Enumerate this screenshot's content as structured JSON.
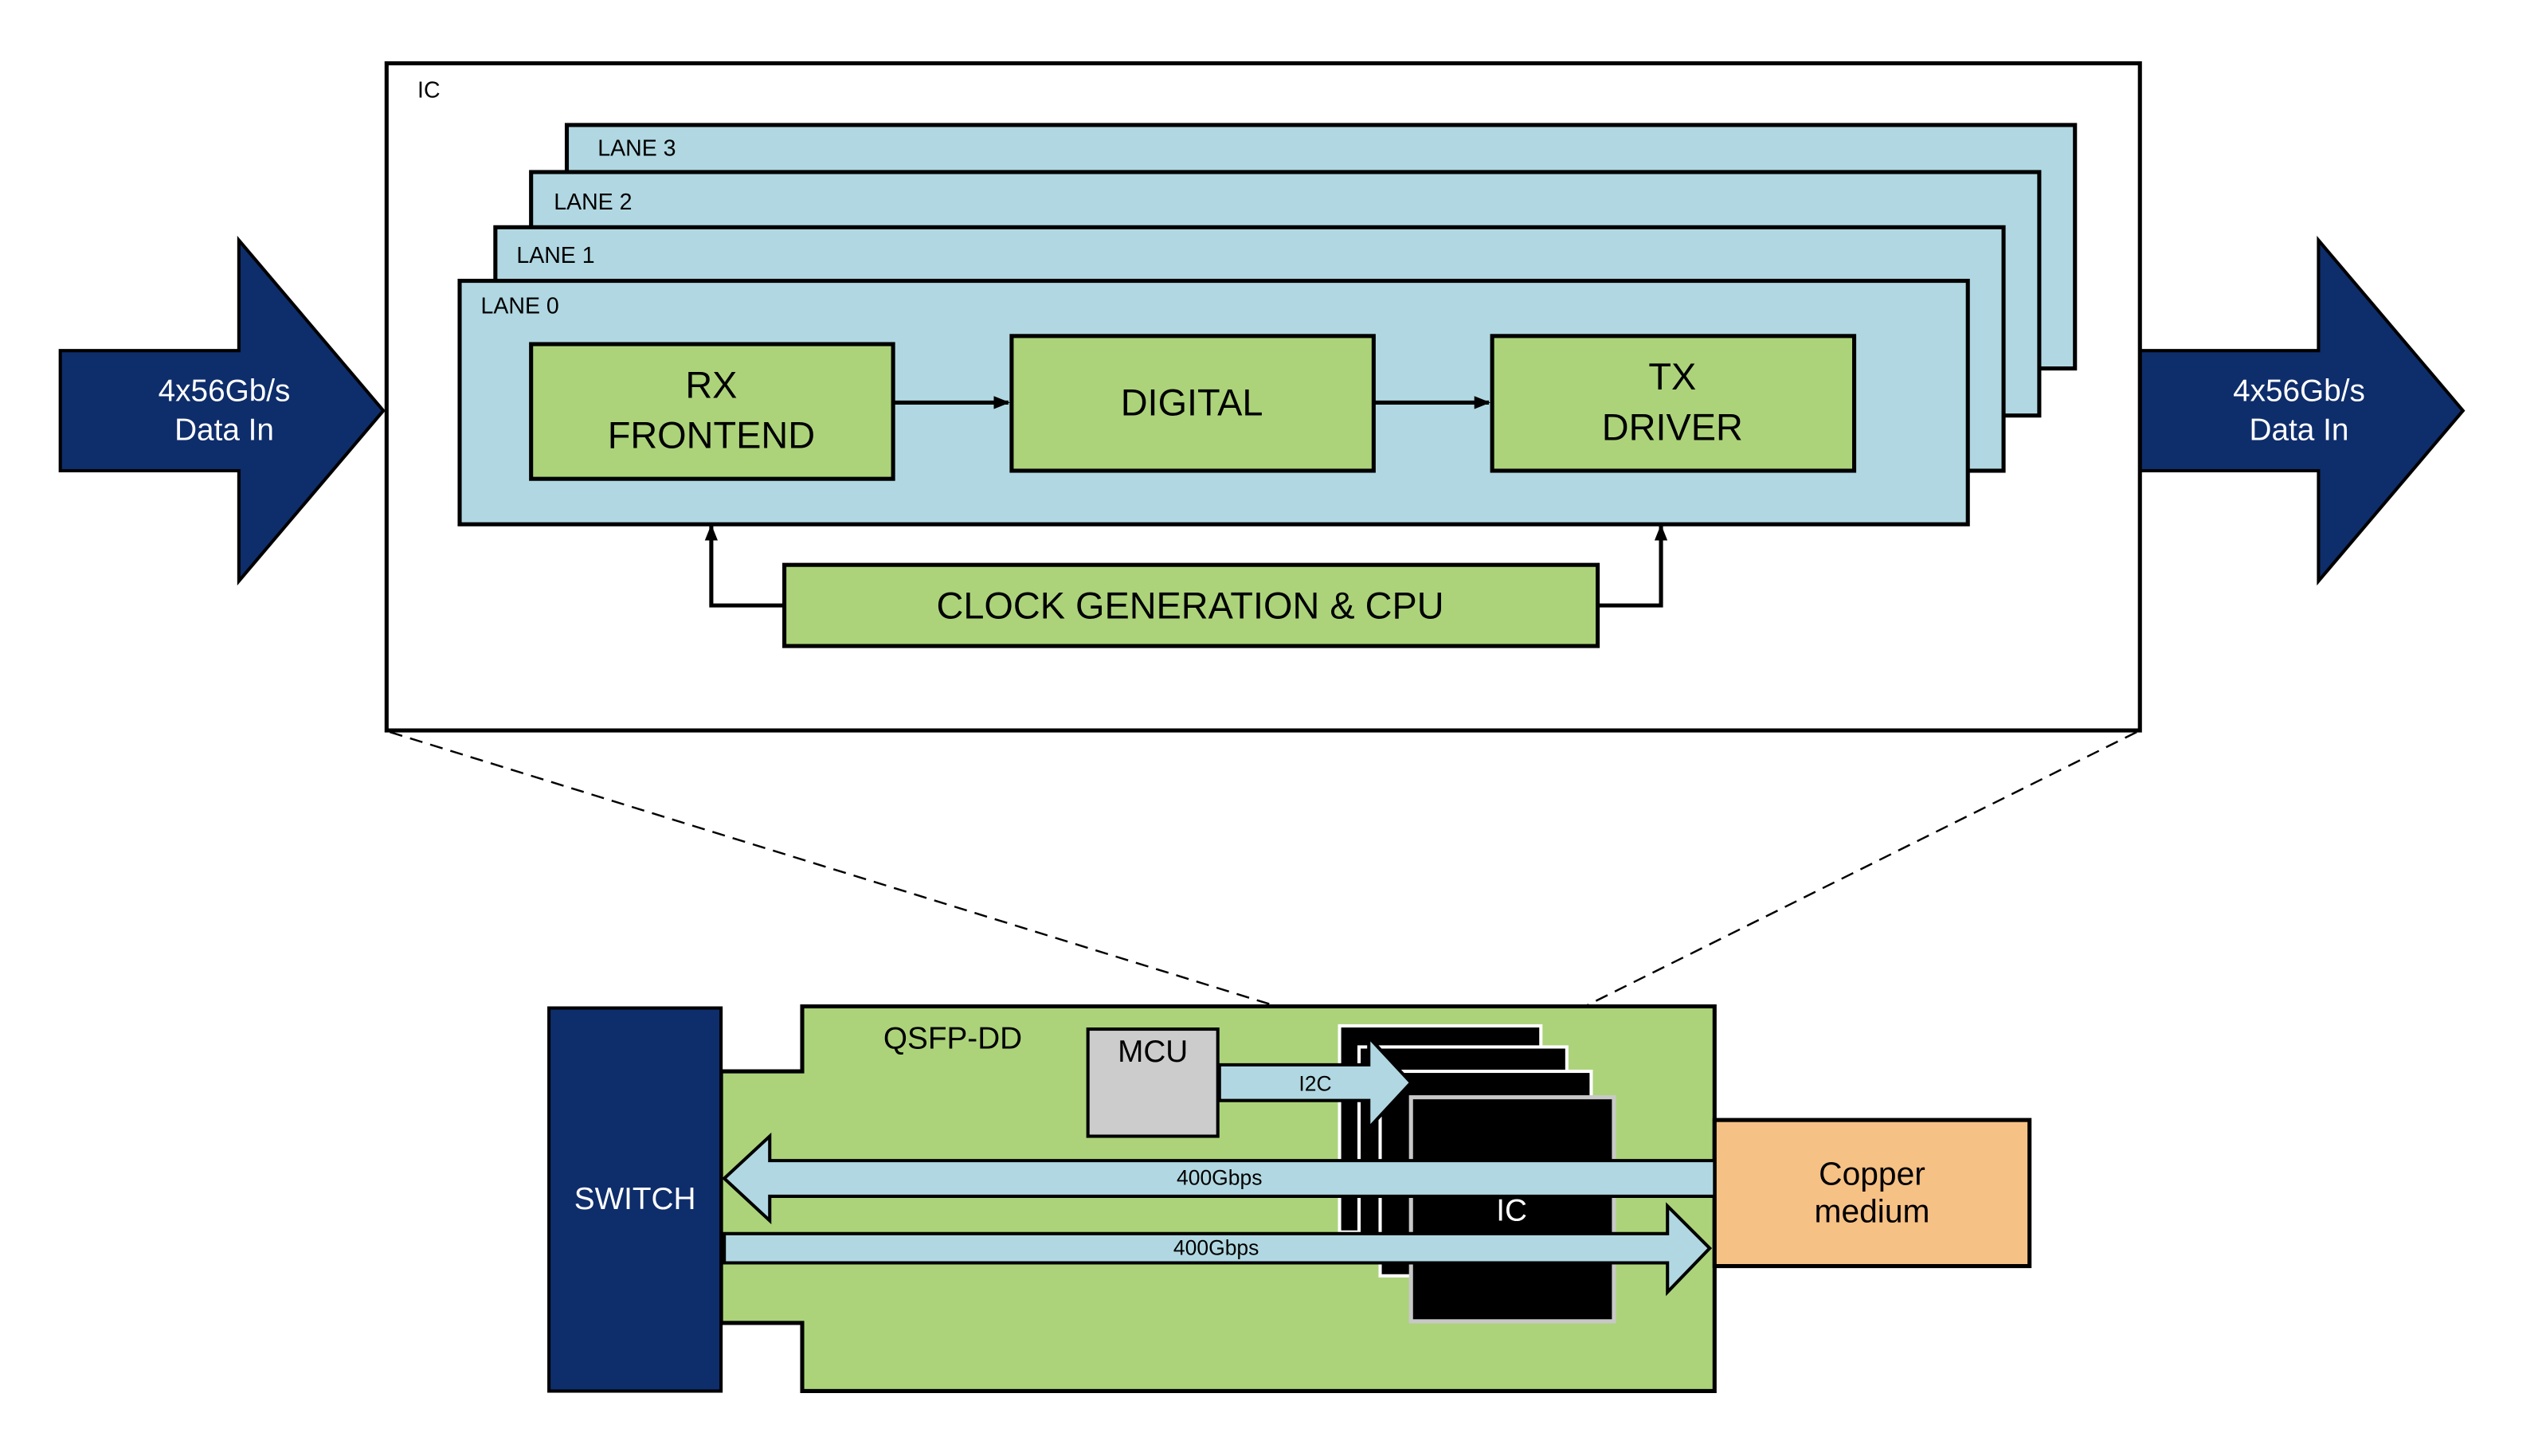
{
  "ic_detail": {
    "container_label": "IC",
    "lanes": [
      "LANE 3",
      "LANE 2",
      "LANE 1",
      "LANE 0"
    ],
    "rx_frontend": [
      "RX",
      "FRONTEND"
    ],
    "digital": "DIGITAL",
    "tx_driver": [
      "TX",
      "DRIVER"
    ],
    "clock_cpu": "CLOCK GENERATION & CPU"
  },
  "input_arrow": [
    "4x56Gb/s",
    "Data In"
  ],
  "output_arrow": [
    "4x56Gb/s",
    "Data In"
  ],
  "module": {
    "label": "QSFP-DD",
    "switch": "SWITCH",
    "mcu": "MCU",
    "i2c": "I2C",
    "ic": "IC",
    "link_in": "400Gbps",
    "link_out": "400Gbps",
    "copper": [
      "Copper",
      "medium"
    ]
  },
  "colors": {
    "navy": "#0e2d6b",
    "lane_blue": "#b1d8e2",
    "block_green": "#acd37a",
    "copper_orange": "#f6c185",
    "mcu_gray": "#cccccc",
    "ic_black": "#000000"
  }
}
